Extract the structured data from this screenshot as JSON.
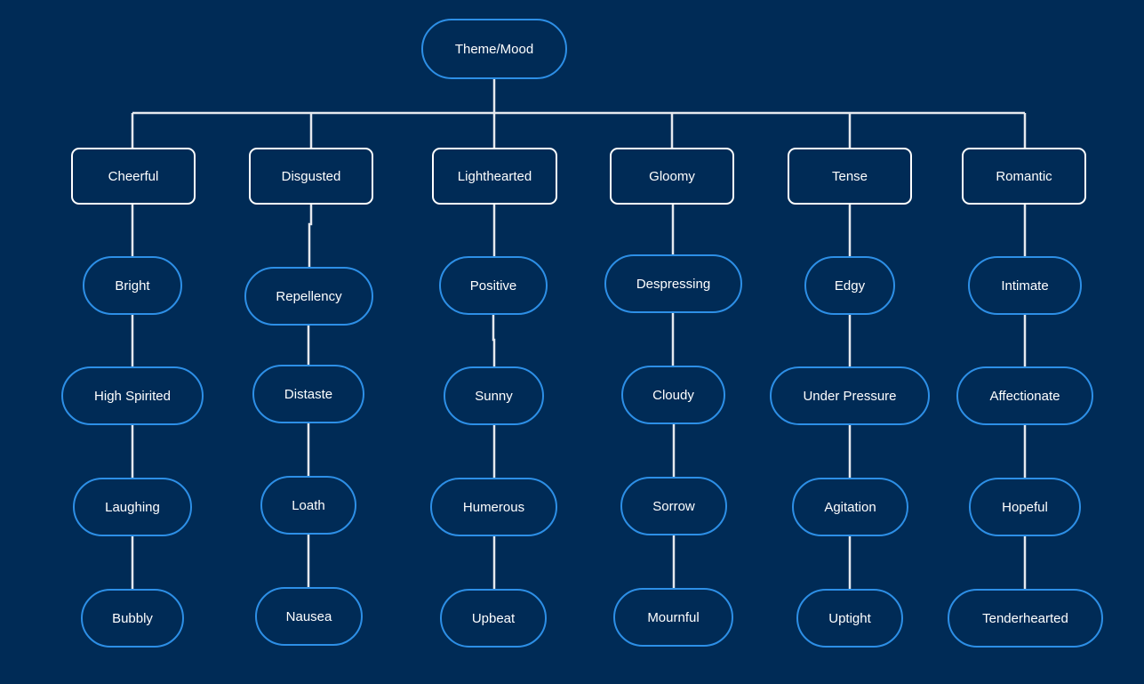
{
  "root": {
    "label": "Theme/Mood"
  },
  "colors": {
    "background": "#002b56",
    "root_border": "#2d8fe6",
    "category_border": "#ffffff",
    "leaf_border": "#2d8fe6",
    "connector": "#e6e9ee",
    "text": "#ffffff"
  },
  "categories": [
    {
      "label": "Cheerful",
      "items": [
        "Bright",
        "High Spirited",
        "Laughing",
        "Bubbly"
      ]
    },
    {
      "label": "Disgusted",
      "items": [
        "Repellency",
        "Distaste",
        "Loath",
        "Nausea"
      ]
    },
    {
      "label": "Lighthearted",
      "items": [
        "Positive",
        "Sunny",
        "Humerous",
        "Upbeat"
      ]
    },
    {
      "label": "Gloomy",
      "items": [
        "Despressing",
        "Cloudy",
        "Sorrow",
        "Mournful"
      ]
    },
    {
      "label": "Tense",
      "items": [
        "Edgy",
        "Under Pressure",
        "Agitation",
        "Uptight"
      ]
    },
    {
      "label": "Romantic",
      "items": [
        "Intimate",
        "Affectionate",
        "Hopeful",
        "Tenderhearted"
      ]
    }
  ]
}
